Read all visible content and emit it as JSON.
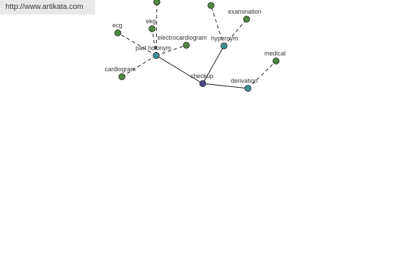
{
  "banner": {
    "url": "http://www.artikata.com"
  },
  "colors": {
    "root": "#4a4a8a",
    "relation": "#3f8f8f",
    "leaf": "#4f8a40",
    "stroke": "#1a1a1a",
    "edge": "#111111"
  },
  "diagram": {
    "type": "network",
    "nodes": [
      {
        "id": "checkup",
        "label": "checkup",
        "kind": "root"
      },
      {
        "id": "part_holonym",
        "label": "part holonym",
        "kind": "relation"
      },
      {
        "id": "hypernym",
        "label": "hypernym",
        "kind": "relation"
      },
      {
        "id": "derivation",
        "label": "derivation",
        "kind": "relation"
      },
      {
        "id": "ecg",
        "label": "ecg",
        "kind": "leaf"
      },
      {
        "id": "ekg",
        "label": "ekg",
        "kind": "leaf"
      },
      {
        "id": "electrocardiogram",
        "label": "electrocardiogram",
        "kind": "leaf"
      },
      {
        "id": "cardiogram",
        "label": "cardiogram",
        "kind": "leaf"
      },
      {
        "id": "unlabeled_top_left",
        "label": "",
        "kind": "leaf"
      },
      {
        "id": "examination",
        "label": "examination",
        "kind": "leaf"
      },
      {
        "id": "unlabeled_top_right",
        "label": "",
        "kind": "leaf"
      },
      {
        "id": "medical",
        "label": "medical",
        "kind": "leaf"
      }
    ],
    "edges": [
      {
        "from": "checkup",
        "to": "part_holonym",
        "style": "solid"
      },
      {
        "from": "checkup",
        "to": "hypernym",
        "style": "solid"
      },
      {
        "from": "checkup",
        "to": "derivation",
        "style": "solid"
      },
      {
        "from": "part_holonym",
        "to": "ecg",
        "style": "dashed"
      },
      {
        "from": "part_holonym",
        "to": "ekg",
        "style": "dashed"
      },
      {
        "from": "part_holonym",
        "to": "electrocardiogram",
        "style": "dashed"
      },
      {
        "from": "part_holonym",
        "to": "cardiogram",
        "style": "dashed"
      },
      {
        "from": "part_holonym",
        "to": "unlabeled_top_left",
        "style": "dashed"
      },
      {
        "from": "hypernym",
        "to": "examination",
        "style": "dashed"
      },
      {
        "from": "hypernym",
        "to": "unlabeled_top_right",
        "style": "dashed"
      },
      {
        "from": "derivation",
        "to": "medical",
        "style": "dashed"
      }
    ]
  }
}
